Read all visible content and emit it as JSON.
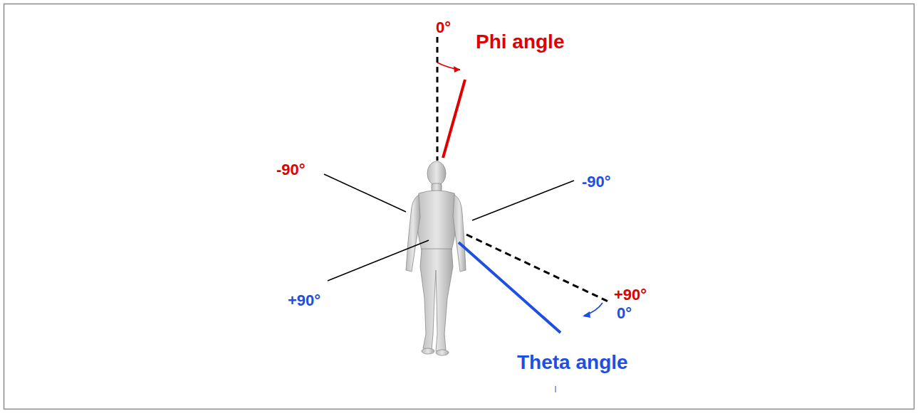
{
  "diagram": {
    "labels": [
      "0°",
      "Phi angle",
      "-90°",
      "-90°",
      "+90°",
      "+90°",
      "0°",
      "Theta angle"
    ]
  }
}
